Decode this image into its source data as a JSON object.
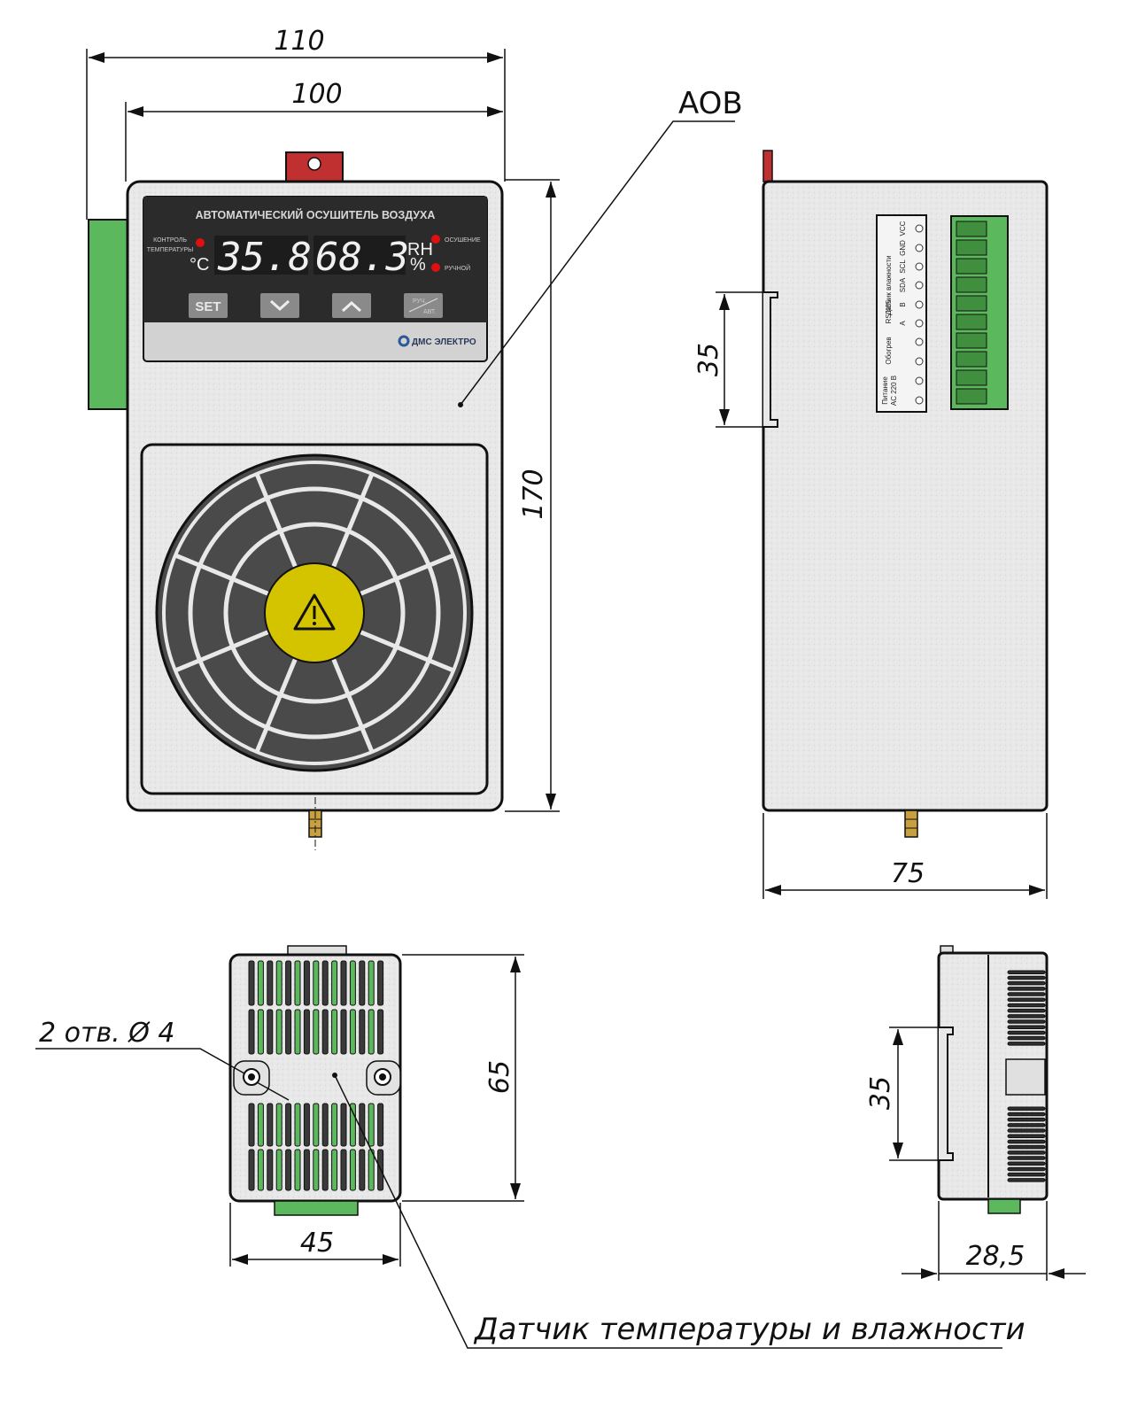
{
  "dimensions": {
    "width_110": "110",
    "width_100": "100",
    "height_170": "170",
    "depth_75": "75",
    "rail_35_side": "35",
    "rail_35_back": "35",
    "height_65": "65",
    "width_45": "45",
    "depth_28_5": "28,5"
  },
  "labels": {
    "model": "AOB",
    "holes": "2 отв. Ø 4",
    "sensor": "Датчик температуры и влажности"
  },
  "panel": {
    "title": "АВТОМАТИЧЕСКИЙ ОСУШИТЕЛЬ ВОЗДУХА",
    "temp_control_1": "КОНТРОЛЬ",
    "temp_control_2": "ТЕМПЕРАТУРЫ",
    "temp_unit": "°C",
    "temp_value": "35.8",
    "humidity_value": "68.3",
    "humidity_unit_1": "RH",
    "humidity_unit_2": "%",
    "indicator_drying": "ОСУШЕНИЕ",
    "indicator_manual": "РУЧНОЙ",
    "btn_set": "SET",
    "btn_mode_1": "РУЧ.",
    "btn_mode_2": "АВТ.",
    "brand": "ДМС ЭЛЕКТРО"
  },
  "terminals": {
    "header_sensor": "Датчик влажности",
    "header_rs485": "RS 485",
    "header_heater": "Обогрев",
    "header_power_1": "Питание",
    "header_power_2": "AC 220 В",
    "pins": [
      "VCC",
      "GND",
      "SCL",
      "SDA",
      "B",
      "A"
    ]
  },
  "colors": {
    "body": "#e9e9e9",
    "panel": "#2b2b2b",
    "led": "#e01010",
    "terminal": "#5cb85c",
    "warning": "#d4c400",
    "tab": "#c03030",
    "fan": "#4a4a4a"
  }
}
